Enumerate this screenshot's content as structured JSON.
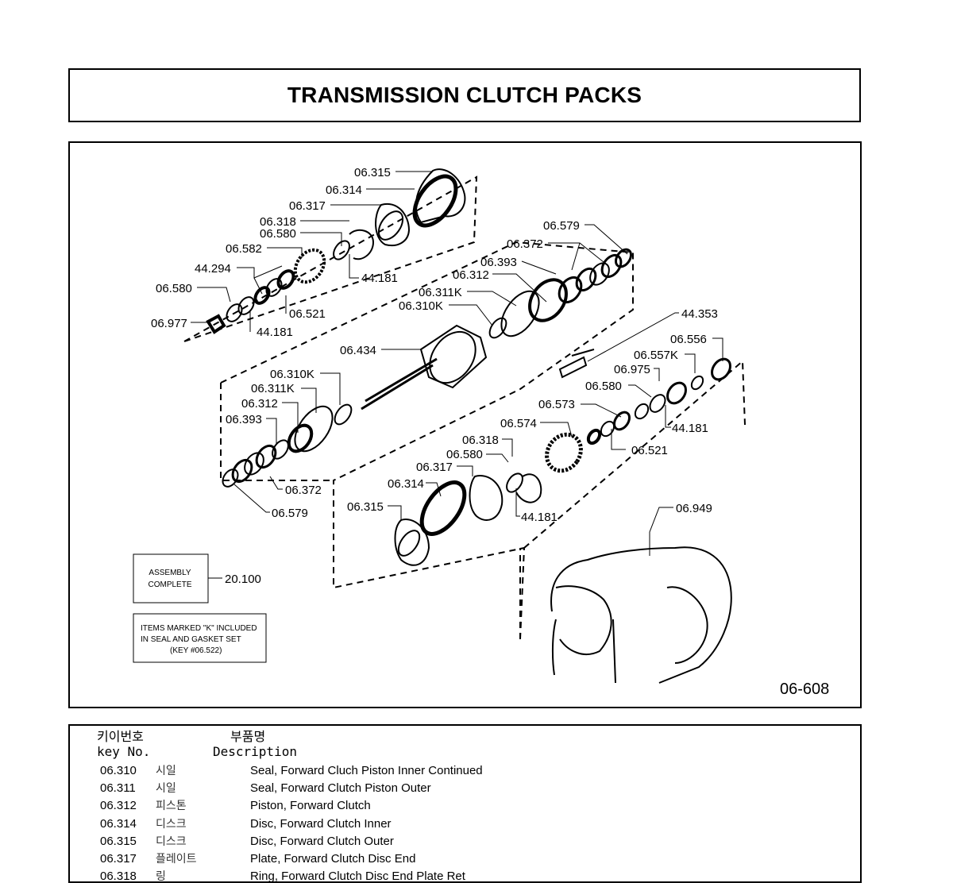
{
  "title": "TRANSMISSION CLUTCH PACKS",
  "figure_number": "06-608",
  "labels": {
    "l06315a": "06.315",
    "l06314a": "06.314",
    "l06317a": "06.317",
    "l06318a": "06.318",
    "l06580a": "06.580",
    "l06582": "06.582",
    "l44294": "44.294",
    "l06580b": "06.580",
    "l06977": "06.977",
    "l44181a": "44.181",
    "l06521a": "06.521",
    "l44181b": "44.181",
    "l06579a": "06.579",
    "l06372a": "06.372",
    "l06393a": "06.393",
    "l06312a": "06.312",
    "l06311Ka": "06.311K",
    "l06310Ka": "06.310K",
    "l06434": "06.434",
    "l44353": "44.353",
    "l06556": "06.556",
    "l06557K": "06.557K",
    "l06975": "06.975",
    "l06580c": "06.580",
    "l06573": "06.573",
    "l44181c": "44.181",
    "l06521b": "06.521",
    "l06574": "06.574",
    "l06318b": "06.318",
    "l06580d": "06.580",
    "l06317b": "06.317",
    "l06314b": "06.314",
    "l06315b": "06.315",
    "l44181d": "44.181",
    "l06949": "06.949",
    "l06310Kb": "06.310K",
    "l06311Kb": "06.311K",
    "l06312b": "06.312",
    "l06393b": "06.393",
    "l06372b": "06.372",
    "l06579b": "06.579",
    "l20100": "20.100"
  },
  "assembly_box": {
    "line1": "ASSEMBLY",
    "line2": "COMPLETE"
  },
  "note_box": {
    "line1": "ITEMS MARKED \"K\" INCLUDED",
    "line2": "IN SEAL AND GASKET SET",
    "line3": "(KEY #06.522)"
  },
  "table": {
    "header_key_kr": "키이번호",
    "header_key_en": "key No.",
    "header_desc_kr": "부품명",
    "header_desc_en": "Description",
    "rows": [
      {
        "key": "06.310",
        "kr": "시일",
        "desc": "Seal, Forward Cluch Piston Inner Continued"
      },
      {
        "key": "06.311",
        "kr": "시일",
        "desc": "Seal, Forward Clutch Piston Outer"
      },
      {
        "key": "06.312",
        "kr": "피스톤",
        "desc": "Piston, Forward Clutch"
      },
      {
        "key": "06.314",
        "kr": "디스크",
        "desc": "Disc, Forward Clutch Inner"
      },
      {
        "key": "06.315",
        "kr": "디스크",
        "desc": "Disc, Forward Clutch Outer"
      },
      {
        "key": "06.317",
        "kr": "플레이트",
        "desc": "Plate, Forward Clutch Disc End"
      },
      {
        "key": "06.318",
        "kr": "링",
        "desc": "Ring, Forward Clutch Disc End Plate Ret"
      }
    ]
  }
}
